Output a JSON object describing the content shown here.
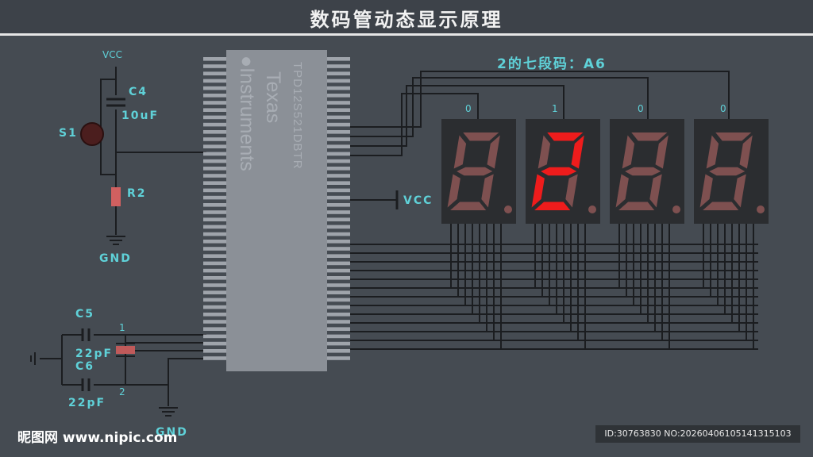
{
  "title": "数码管动态显示原理",
  "display_code_label": "2的七段码：A6",
  "chip": {
    "part_number": "TPD12S521DBTR",
    "brand_line1": "Texas",
    "brand_line2": "Instruments",
    "brand_dot": "●"
  },
  "labels": {
    "vcc_top": "VCC",
    "c4": "C4",
    "c4_value": "10uF",
    "s1": "S1",
    "r2": "R2",
    "gnd_top": "GND",
    "vcc_right": "VCC",
    "c5": "C5",
    "c5_value": "22pF",
    "c6": "C6",
    "c6_value": "22pF",
    "crystal_pin1": "1",
    "crystal_pin2": "2",
    "gnd_bottom": "GND"
  },
  "digits": [
    {
      "select_bit": "0",
      "char": "0",
      "lit": false
    },
    {
      "select_bit": "1",
      "char": "2",
      "lit": true
    },
    {
      "select_bit": "0",
      "char": "0",
      "lit": false
    },
    {
      "select_bit": "0",
      "char": "0",
      "lit": false
    }
  ],
  "colors": {
    "segment_on": "#ee1c1c",
    "segment_off": "#7e5050",
    "accent_label": "#5fd1d8"
  },
  "watermark": {
    "left": "昵图网 www.nipic.com",
    "right": "ID:30763830 NO:20260406105141315103"
  }
}
